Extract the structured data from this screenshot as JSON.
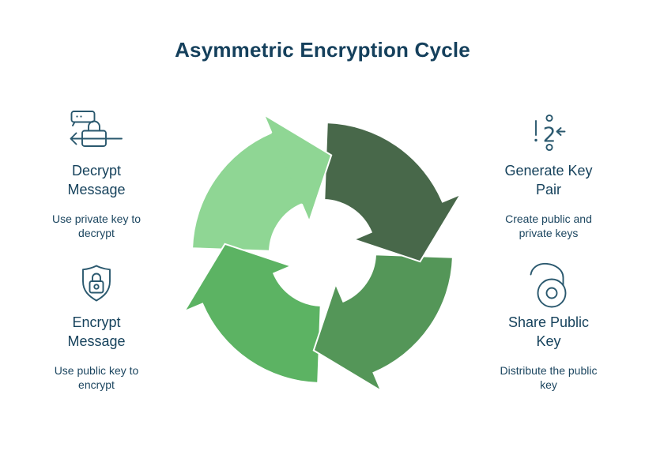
{
  "title": "Asymmetric Encryption Cycle",
  "colors": {
    "background": "#ffffff",
    "title_text": "#15405c",
    "heading_text": "#16425c",
    "body_text": "#1c4660",
    "icon_stroke": "#2a586e",
    "cycle_outline": "#ffffff"
  },
  "steps": [
    {
      "id": "decrypt-message",
      "position": "top-left",
      "icon": "unlock-message-icon",
      "title": "Decrypt Message",
      "description": "Use private key to decrypt"
    },
    {
      "id": "encrypt-message",
      "position": "bottom-left",
      "icon": "shield-lock-icon",
      "title": "Encrypt Message",
      "description": "Use public key to encrypt"
    },
    {
      "id": "generate-key-pair",
      "position": "top-right",
      "icon": "key-pair-icon",
      "title": "Generate Key Pair",
      "description": "Create public and private keys"
    },
    {
      "id": "share-public-key",
      "position": "bottom-right",
      "icon": "open-padlock-icon",
      "title": "Share Public Key",
      "description": "Distribute the public key"
    }
  ],
  "key_pair_icon_glyph": "2",
  "cycle": {
    "type": "cycle-diagram",
    "direction": "clockwise",
    "segments": [
      {
        "name": "top-left",
        "color": "#8fd694"
      },
      {
        "name": "top-right",
        "color": "#48684a"
      },
      {
        "name": "bottom-right",
        "color": "#549658"
      },
      {
        "name": "bottom-left",
        "color": "#5cb363"
      }
    ]
  }
}
